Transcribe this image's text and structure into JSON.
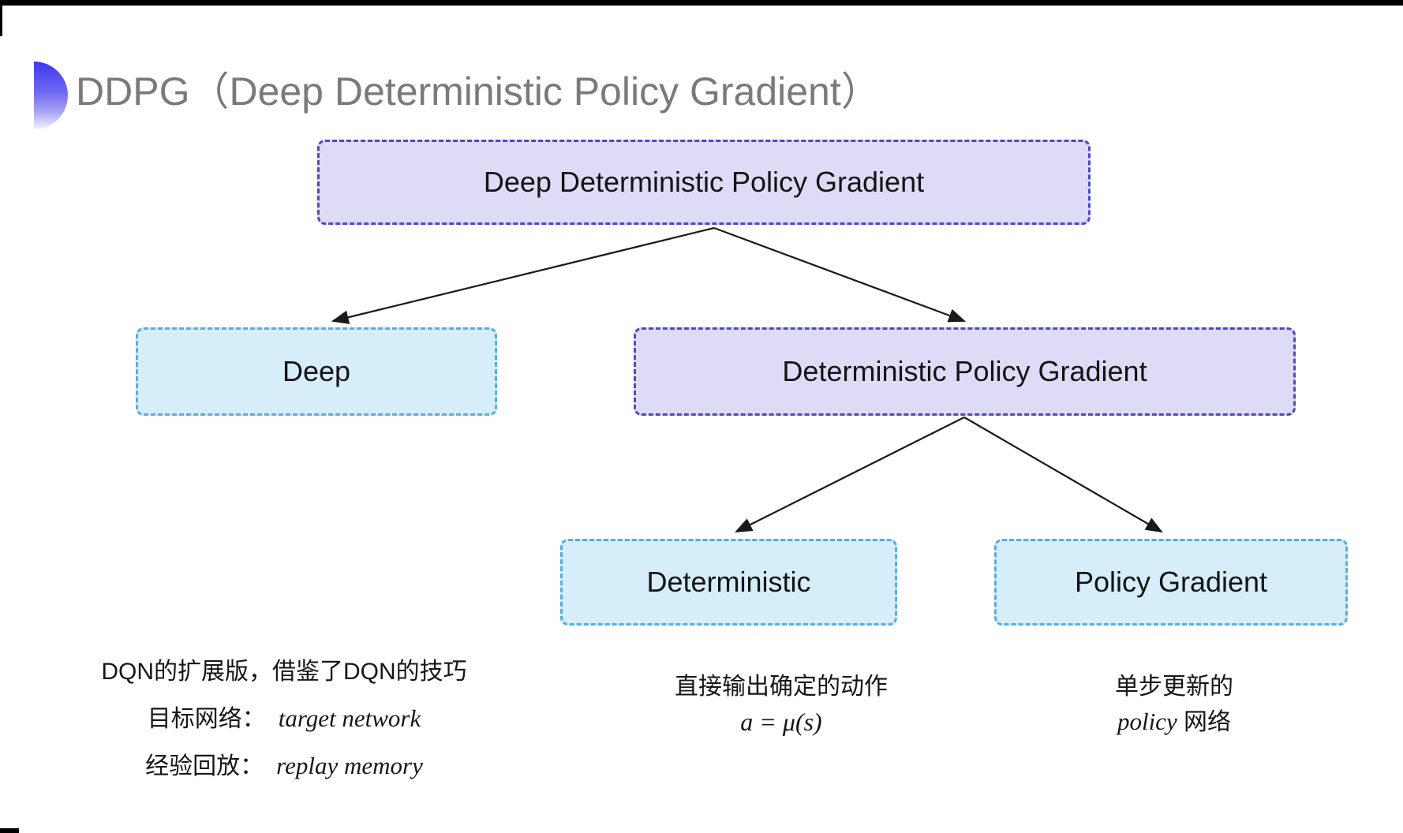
{
  "page": {
    "title_text": "DDPG（Deep Deterministic Policy Gradient）"
  },
  "colors": {
    "title_gray": "#7a7a7a",
    "bullet_blue_top": "#3f37ee",
    "bullet_blue_bottom": "#f4f3fe",
    "purple_fill": "#dedbf7",
    "purple_border": "#4b48cb",
    "cyan_fill": "#d6edfa",
    "cyan_border": "#5aabdf",
    "arrow_black": "#1a1a1a"
  },
  "diagram": {
    "type": "tree",
    "nodes": {
      "root": "Deep Deterministic Policy Gradient",
      "deep": "Deep",
      "dpg": "Deterministic Policy Gradient",
      "deterministic": "Deterministic",
      "policy_gradient": "Policy Gradient"
    },
    "edges": [
      [
        "root",
        "deep"
      ],
      [
        "root",
        "dpg"
      ],
      [
        "dpg",
        "deterministic"
      ],
      [
        "dpg",
        "policy_gradient"
      ]
    ]
  },
  "notes": {
    "deep": {
      "line1": "DQN的扩展版，借鉴了DQN的技巧",
      "line2_label": "目标网络：",
      "line2_term": "target network",
      "line3_label": "经验回放：",
      "line3_term": "replay memory"
    },
    "deterministic": {
      "line1": "直接输出确定的动作",
      "formula": "a = μ(s)"
    },
    "policy_gradient": {
      "line1": "单步更新的",
      "line2_term": "policy",
      "line2_label": " 网络"
    }
  }
}
